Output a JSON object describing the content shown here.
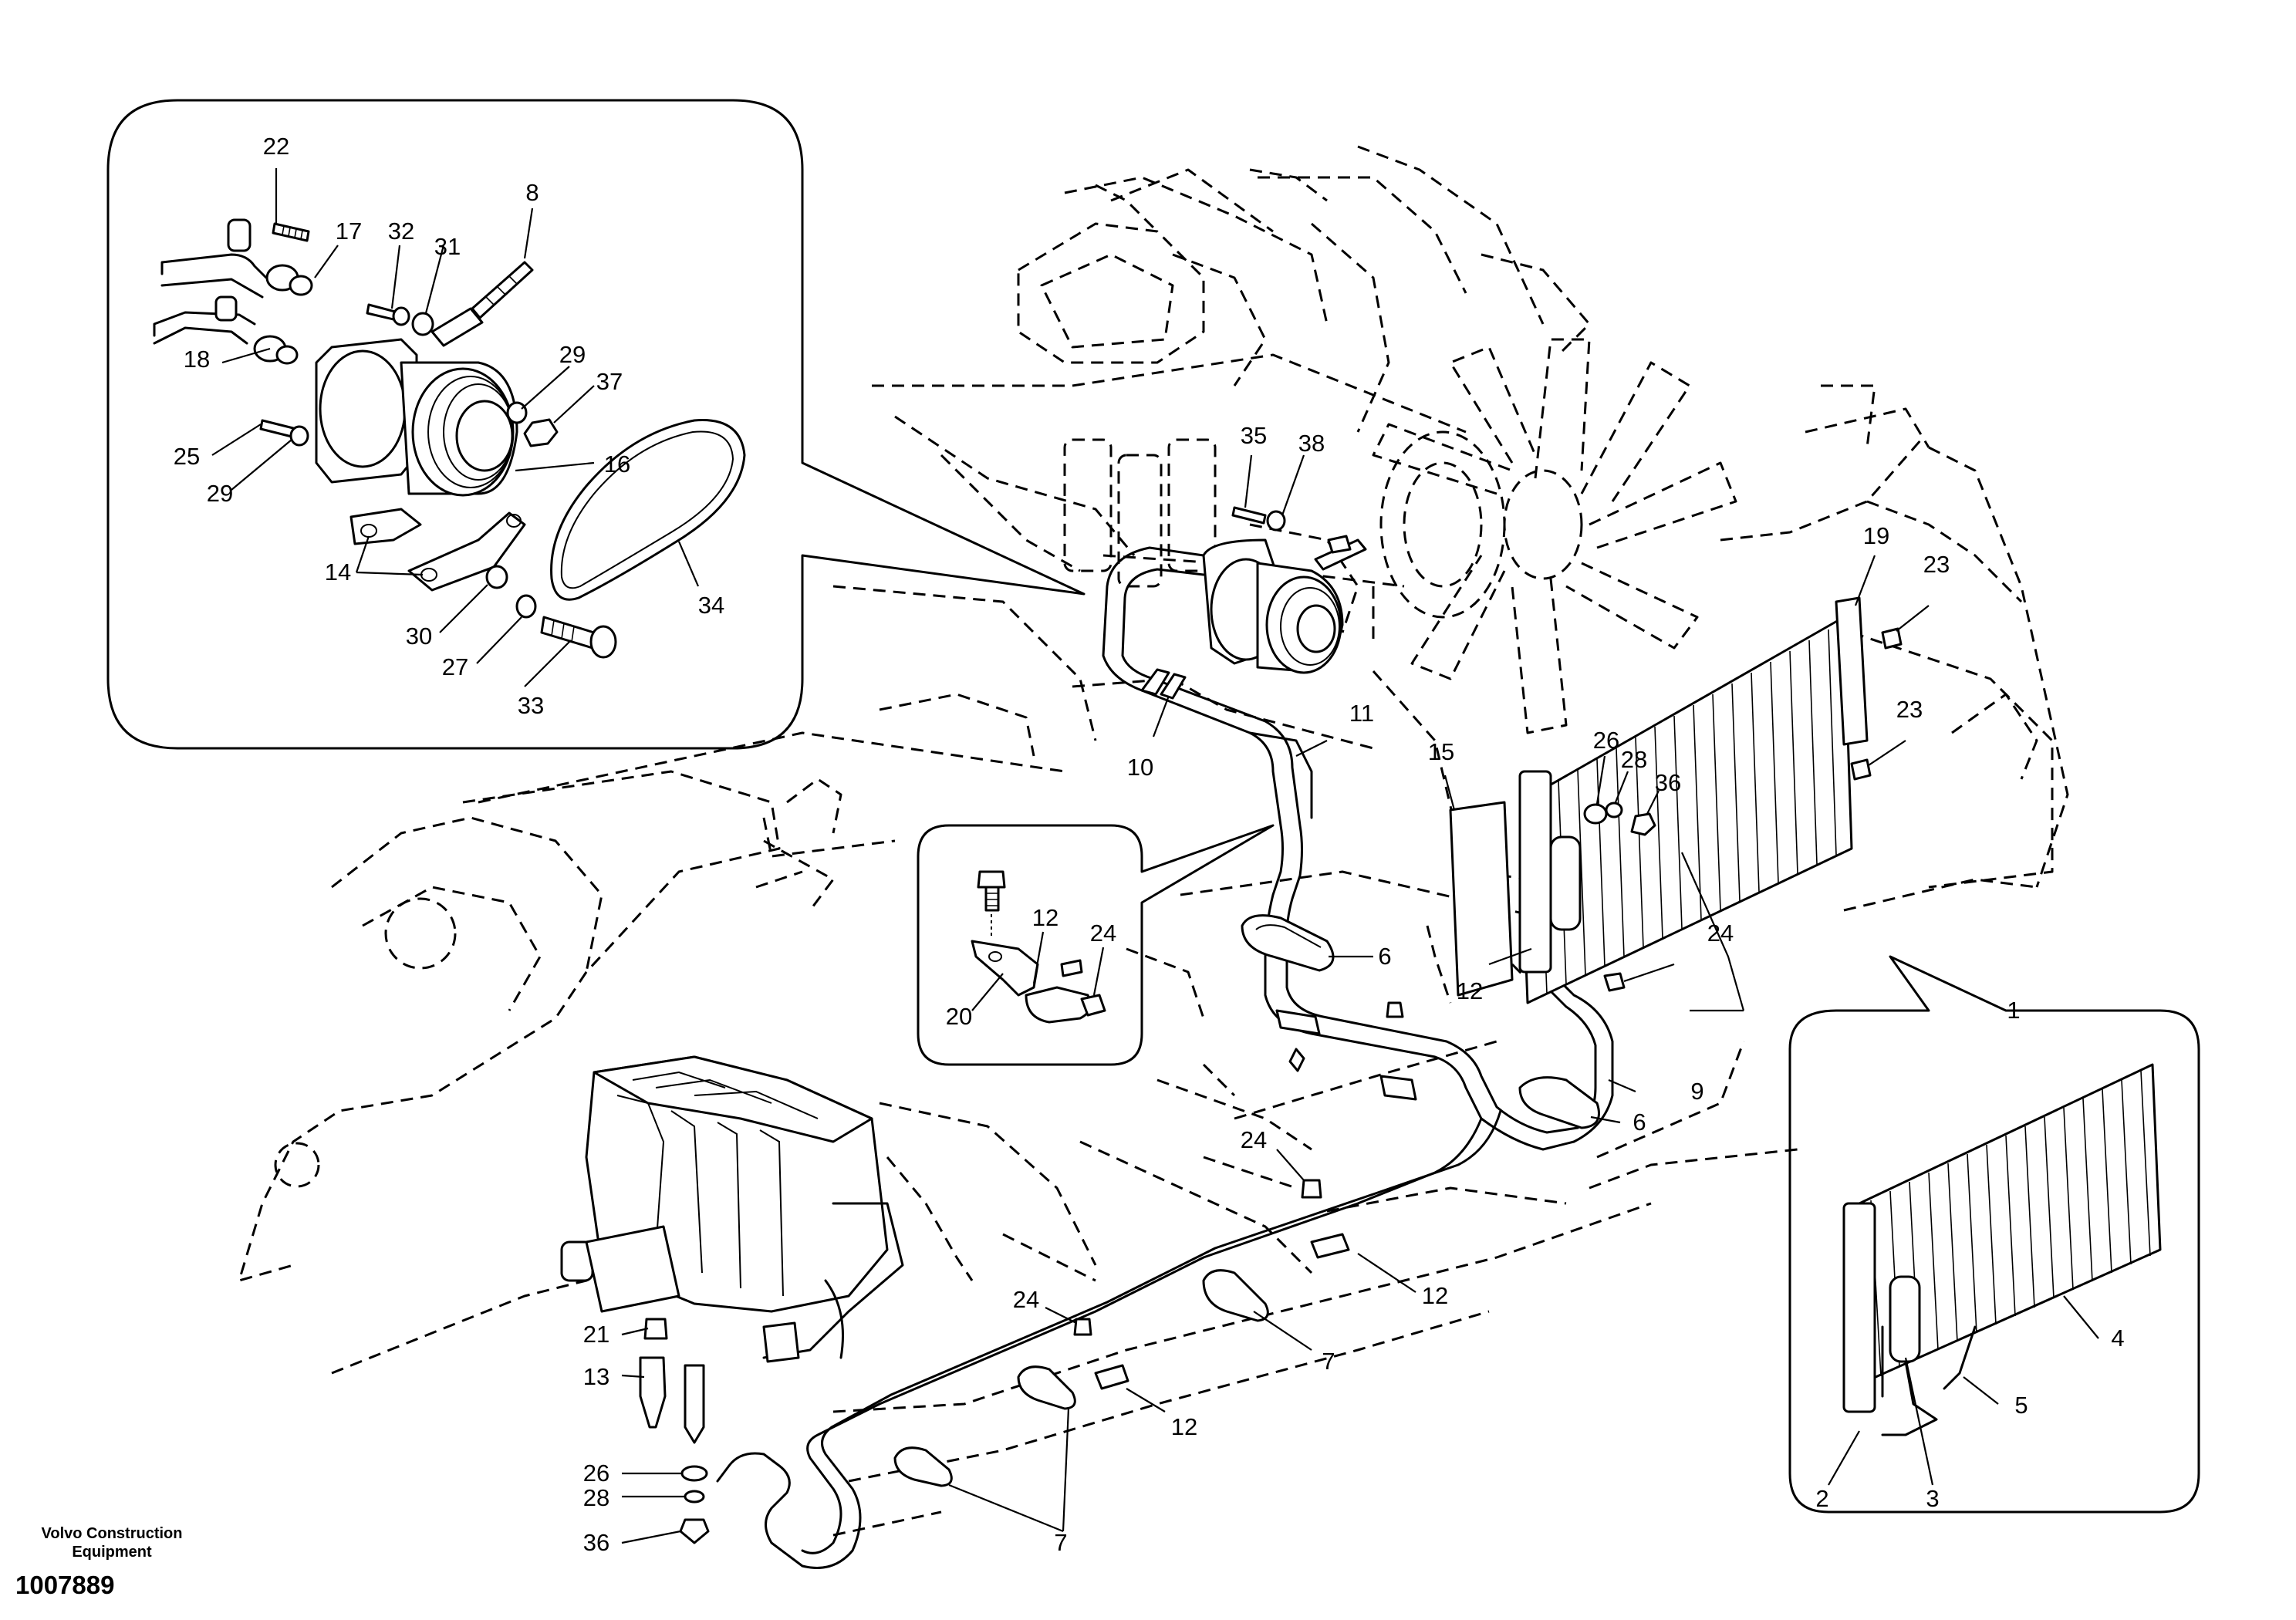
{
  "credit": {
    "line1": "Volvo Construction",
    "line2": "Equipment"
  },
  "document_number": "1007889",
  "callouts": {
    "c22": "22",
    "c17": "17",
    "c32": "32",
    "c31": "31",
    "c8": "8",
    "c18": "18",
    "c29a": "29",
    "c37": "37",
    "c25": "25",
    "c29b": "29",
    "c16": "16",
    "c14": "14",
    "c30": "30",
    "c27": "27",
    "c33": "33",
    "c34": "34",
    "c35": "35",
    "c38": "38",
    "c19": "19",
    "c23a": "23",
    "c23b": "23",
    "c11": "11",
    "c10": "10",
    "c15": "15",
    "c26a": "26",
    "c28a": "28",
    "c36a": "36",
    "c12a": "12",
    "c24a": "24",
    "c20": "20",
    "c6a": "6",
    "c24b": "24",
    "c12b": "12",
    "c1": "1",
    "c9": "9",
    "c6b": "6",
    "c24c": "24",
    "c12c": "12",
    "c21": "21",
    "c13": "13",
    "c24d": "24",
    "c7a": "7",
    "c4": "4",
    "c5": "5",
    "c12d": "12",
    "c26b": "26",
    "c28b": "28",
    "c36b": "36",
    "c7b": "7",
    "c2": "2",
    "c3": "3"
  }
}
